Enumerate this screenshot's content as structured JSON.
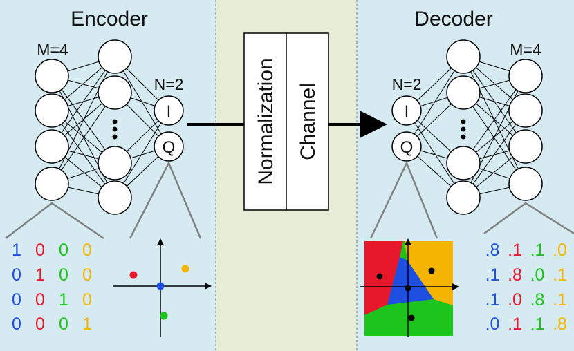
{
  "encoder": {
    "title": "Encoder",
    "m_label": "M=4",
    "n_label": "N=2",
    "output_nodes": [
      "I",
      "Q"
    ],
    "one_hot": [
      [
        "1",
        "0",
        "0",
        "0"
      ],
      [
        "0",
        "1",
        "0",
        "0"
      ],
      [
        "0",
        "0",
        "1",
        "0"
      ],
      [
        "0",
        "0",
        "0",
        "1"
      ]
    ]
  },
  "middle": {
    "normalization": "Normalization",
    "channel": "Channel"
  },
  "decoder": {
    "title": "Decoder",
    "n_label": "N=2",
    "m_label": "M=4",
    "input_nodes": [
      "I",
      "Q"
    ],
    "probabilities": [
      [
        ".8",
        ".1",
        ".1",
        ".0"
      ],
      [
        ".1",
        ".8",
        ".0",
        ".1"
      ],
      [
        ".1",
        ".0",
        ".8",
        ".1"
      ],
      [
        ".0",
        ".1",
        ".1",
        ".8"
      ]
    ]
  },
  "colors": {
    "side_bg": "#d6eaf1",
    "middle_bg": "#e6ecd6",
    "class_1": "#1f4fe0",
    "class_2": "#e8182c",
    "class_3": "#1cc41c",
    "class_4": "#f5b400",
    "axis": "#000000",
    "funnel": "#808080"
  }
}
